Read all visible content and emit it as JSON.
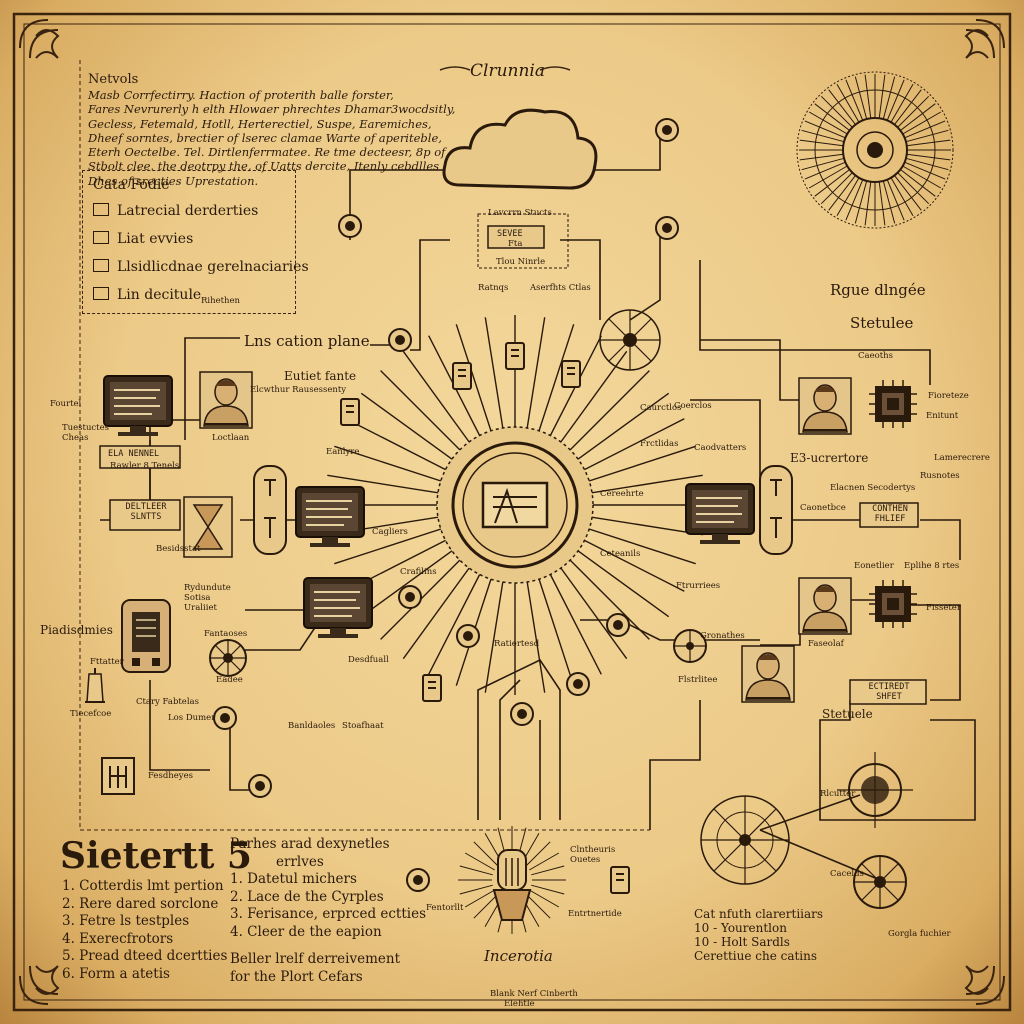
{
  "header": {
    "title": "Clrunnia",
    "bottom_title": "Incerotia",
    "footer_small": [
      "Blank Nerf Cinberth",
      "Elehtle"
    ]
  },
  "top_note": {
    "heading": "Netvols",
    "lines": [
      "Masb Corrfectirry. Haction of proterith balle forster,",
      "Fares Nevrurerly h elth Hlowaer phrechtes Dhamar3wocdsitly,",
      "Gecless, Fetemald, Hotll, Herterectiel, Suspe, Earemiches,",
      "Dheef sorntes, brectier of lserec clamae Warte of aperiteble,",
      "Eterh Oectelbe. Tel. Dirtlenferrmatee. Re tme decteesr, 8p of",
      "Stbolt clee. the deotrpy the, of Uatts dercite, Itenly cebdlles",
      "Dhes of srecties Uprestation."
    ]
  },
  "legend_box": {
    "title": "Cata Fodie",
    "items": [
      "Latrecial derderties",
      "Liat evvies",
      "Llsidlicdnae gerelnaciaries",
      "Lin decitule"
    ],
    "note": "Rihethen"
  },
  "labels": {
    "location_plane": "Lns cation plane",
    "right_header_a": "Rgue dlngée",
    "right_header_b": "Stetulee",
    "section_title": "Sietertt 5",
    "server_top": "Lavcrrn Stucts",
    "server_box": "SEVEE",
    "server_box_sub": "Fta",
    "server_note": "Tlou Ninrle",
    "server_left": "Ratnqs",
    "server_right": "Aserfhts Ctlas",
    "person_top_left": "Eutiet fante",
    "person_top_left_sub": "Elcwthur Rausessenty",
    "person_top_left_cap": "Loctlaan",
    "monitor_left_box": "ELA NENNEL",
    "monitor_left_sub": "Rawler 8 Tenels",
    "side_label_1": "Fourtel",
    "side_label_2": "Tuestuctes Cheas",
    "center_box_left": "DELTLEER SLNTTS",
    "hourglass_cap": "Besidsstat",
    "server_unit_left": "Piadisdmies",
    "server_unit_cap": "Ctary Fabtelas",
    "lamp_cap": "Fttatter",
    "lamp_sub": "Tiecefcoe",
    "wheel_left_label": "Fantaoses",
    "wheel_left_cap": "Eadee",
    "wheel_left_note": "Rydundute Sotisa Uraliiet",
    "loc_plane_cap": "Los Dumer",
    "bottom_left_a": "Banldaoles",
    "bottom_left_b": "Stoafhaat",
    "bottom_left_icon_label": "Fesdheyes",
    "mid_labels": [
      "Eanlyre",
      "Cagliers",
      "Crafilins",
      "Desdfuall",
      "Frctlidas",
      "Cereehrte",
      "Ceteanils",
      "Caurctlos"
    ],
    "right_box": "CONTHEN FHLIEF",
    "right_labels": [
      "Fioreteze",
      "Lamerecrere",
      "Enitunt",
      "Fisseter",
      "Rusnotes"
    ],
    "right_person_labels": [
      "Caeoths",
      "Eonetlier",
      "Faseolaf"
    ],
    "right_mid_labels": [
      "E3-ucrertore",
      "Elacnen Secodertys",
      "Caodvatters",
      "Eplihe 8 rtes",
      "Caonetbce"
    ],
    "right_low_box": "ECTIREDT SHFET",
    "right_low_caption": "Stetuele",
    "center_low": "Ratiertesd",
    "right_bottom_labels": [
      "Ftrurriees",
      "Gronathes",
      "Flstrlitee",
      "Coerclos"
    ],
    "bottom_center_labels": [
      "Fentorllt",
      "Entrtnertide",
      "Clntheuris Ouetes"
    ],
    "bottom_right_list": [
      "Cat nfuth clarertiiars",
      "10 - Yourentlon",
      "10 - Holt Sardls",
      "Cerettiue che catins"
    ],
    "bottom_right_small": "Gorgla fuchier",
    "compass_labels": [
      "Rlcutter",
      "Cacelds"
    ]
  },
  "steps_left": [
    "1. Cotterdis lmt pertion",
    "2. Rere dared sorclone",
    "3. Fetre ls testples",
    "4. Exerecfrotors",
    "5. Pread dteed dcertties",
    "6. Form a atetis"
  ],
  "steps_mid": {
    "heading_a": "Parhes arad dexynetles",
    "heading_b": "errlves",
    "items": [
      "1. Datetul michers",
      "2. Lace de the Cyrples",
      "3. Ferisance, erprced ectties",
      "4. Cleer de the eapion"
    ],
    "footer_a": "Beller lrelf derreivement",
    "footer_b": "for the Plort Cefars"
  },
  "colors": {
    "ink": "#2a1a0c",
    "parchment": "#ecca88",
    "parchment_edge": "#b8843e"
  }
}
